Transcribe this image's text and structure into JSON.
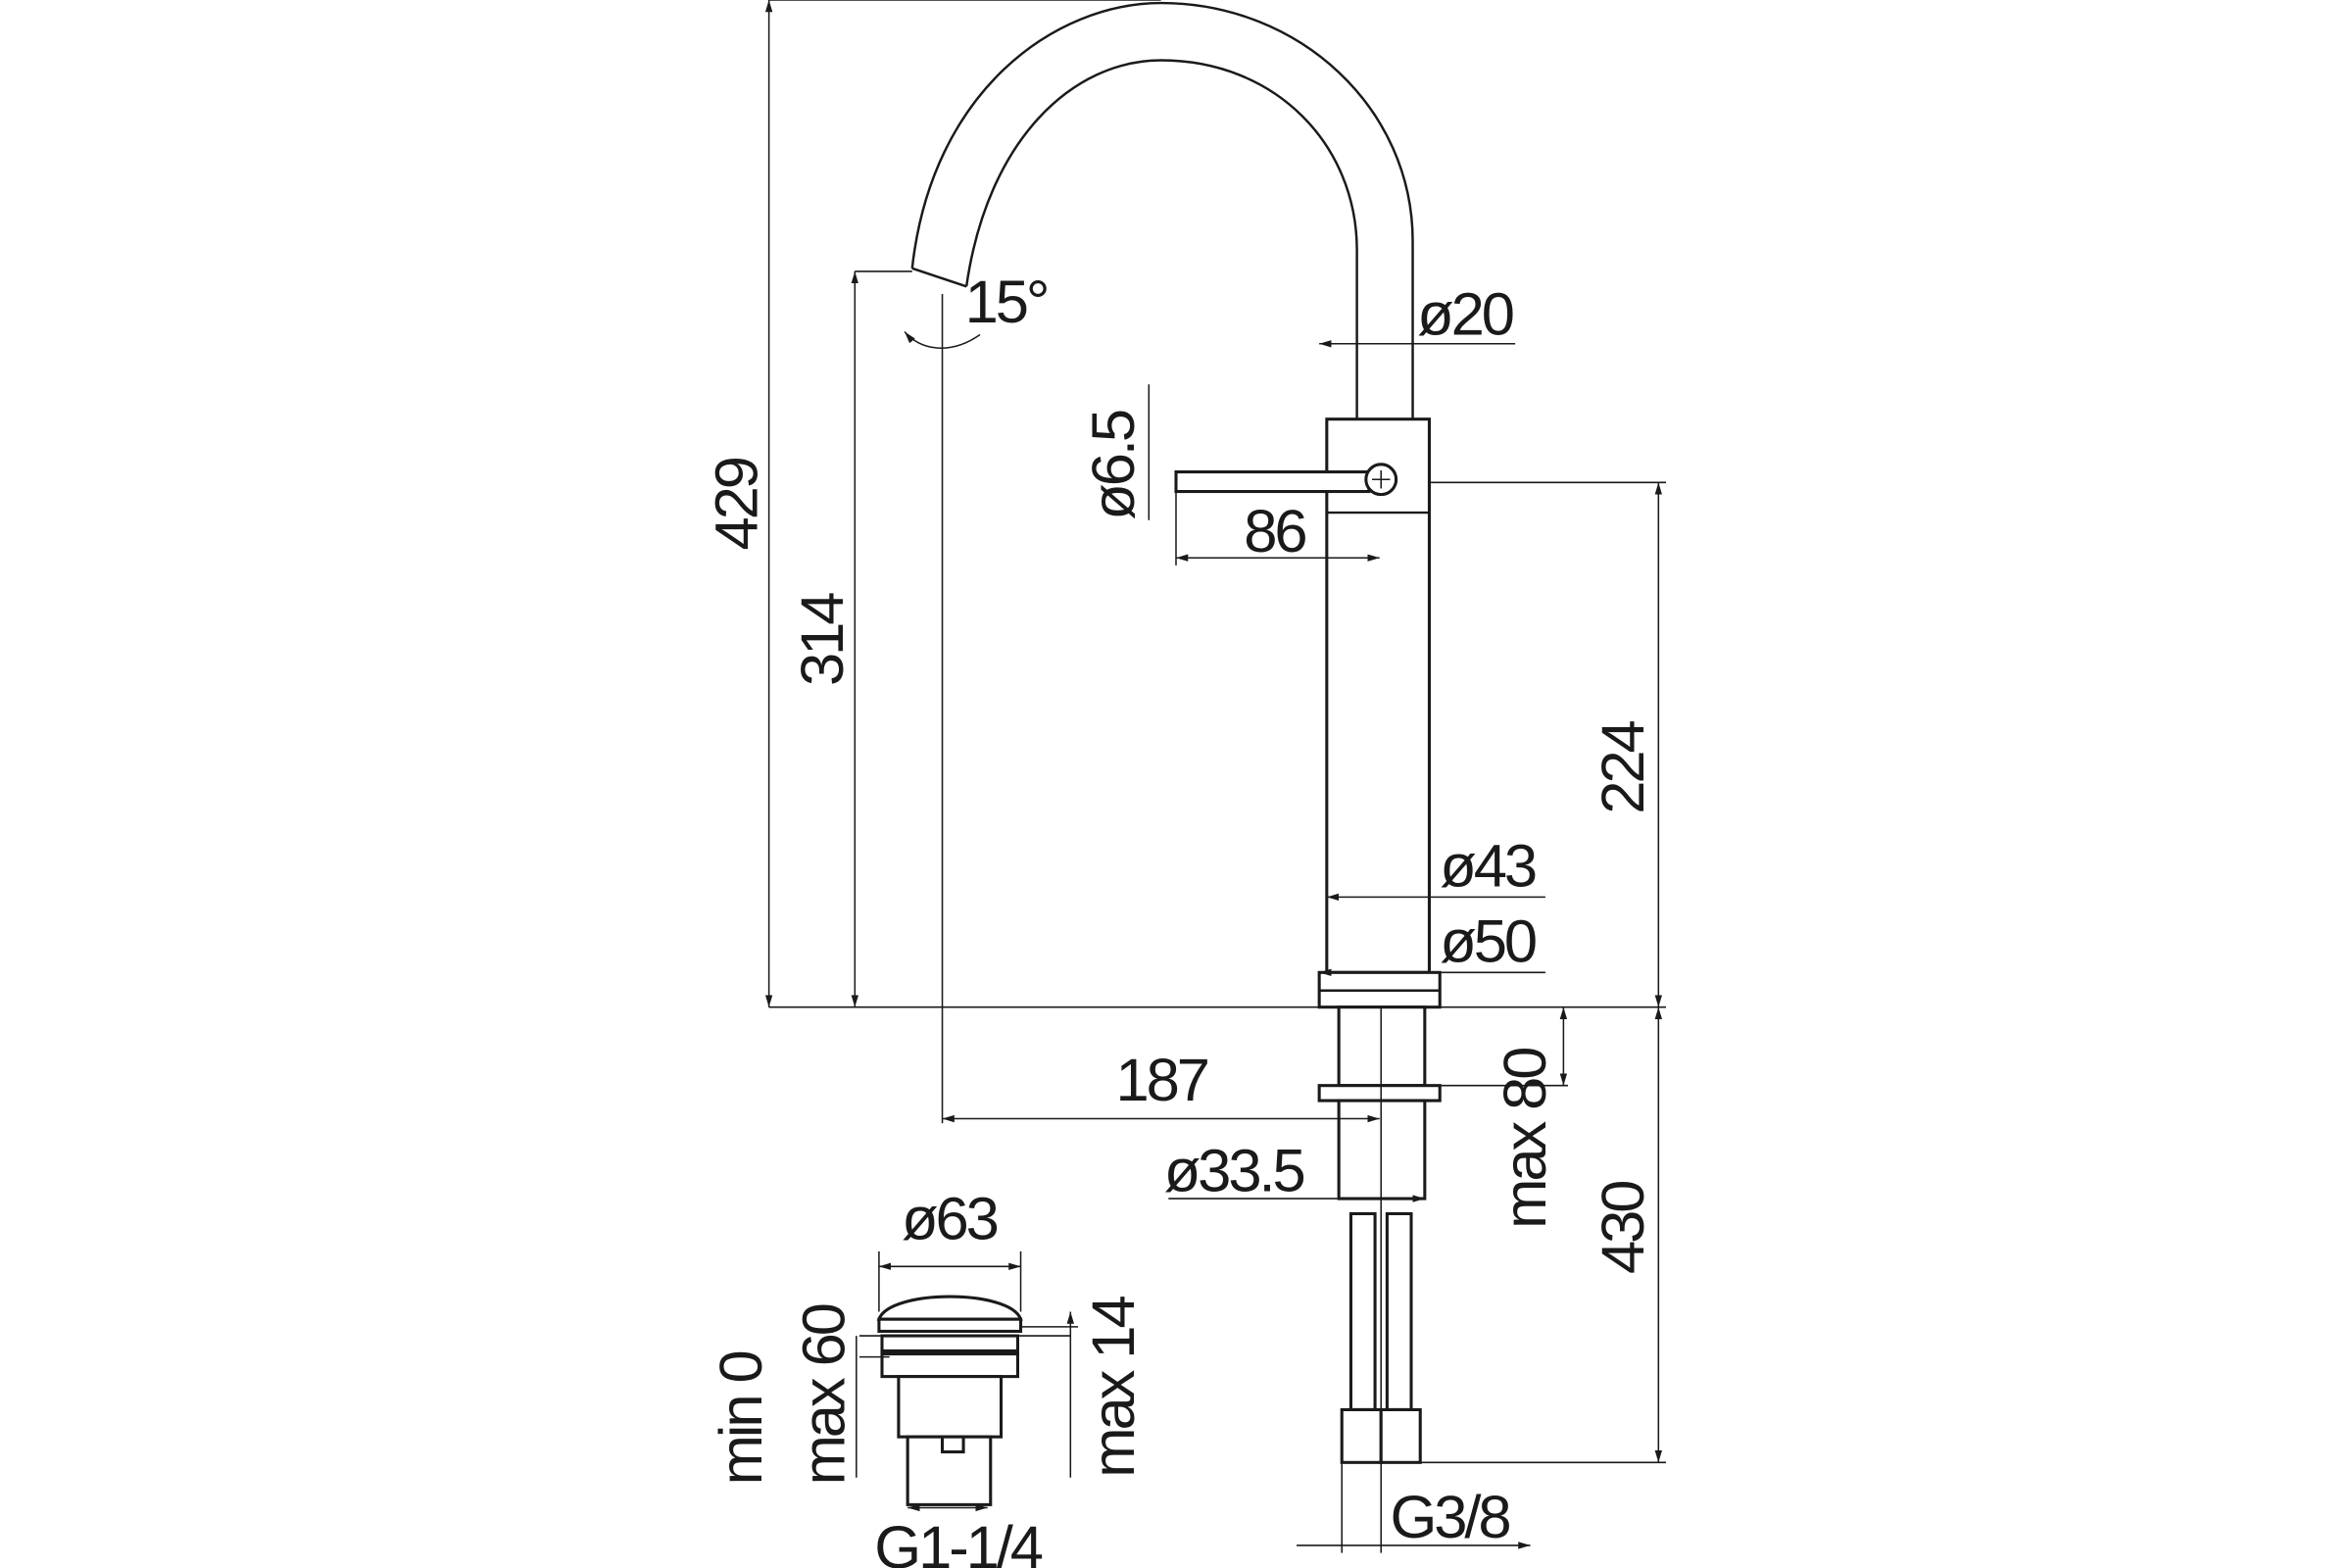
{
  "drawing": {
    "title": "Tall basin mixer with swivel spout and click-clack waste",
    "colors": {
      "line": "#1a1a1a",
      "background": "#ffffff"
    },
    "dimensions": {
      "total_height": "429",
      "spout_outlet_height": "314",
      "spout_angle": "15°",
      "spout_diameter": "ø20",
      "lever_diameter": "ø6.5",
      "lever_length": "86",
      "lever_height": "224",
      "body_diameter": "ø43",
      "base_diameter": "ø50",
      "spout_reach": "187",
      "max_deck_thickness": "max 80",
      "hole_diameter": "ø33.5",
      "flex_hose_length": "430",
      "hose_connection": "G3/8"
    },
    "waste": {
      "cap_diameter": "ø63",
      "min_label": "min 0",
      "max_label": "max 60",
      "max_14_label": "max 14",
      "thread": "G1-1/4"
    }
  }
}
